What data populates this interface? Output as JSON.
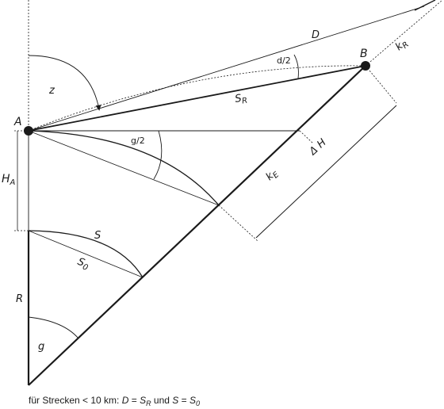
{
  "labels": {
    "A": "A",
    "B": "B",
    "D": "D",
    "d_half": "d/2",
    "k": "k",
    "R_sub": "R",
    "E_sub": "E",
    "z": "z",
    "S": "S",
    "S_sub_R": "R",
    "S_sub_0": "0",
    "H": "H",
    "H_sub_A": "A",
    "g_half": "g/2",
    "delta_H": "Δ H",
    "R": "R",
    "g": "g"
  },
  "caption": {
    "prefix": "für Strecken < 10 km: ",
    "D": "D",
    "eq1": " = ",
    "S1": "S",
    "S1_sub": "R",
    "und": " und ",
    "S2": "S",
    "eq2": " = ",
    "S3": "S",
    "S3_sub": "0"
  },
  "colors": {
    "line": "#1a1a1a",
    "point": "#1a1a1a"
  }
}
